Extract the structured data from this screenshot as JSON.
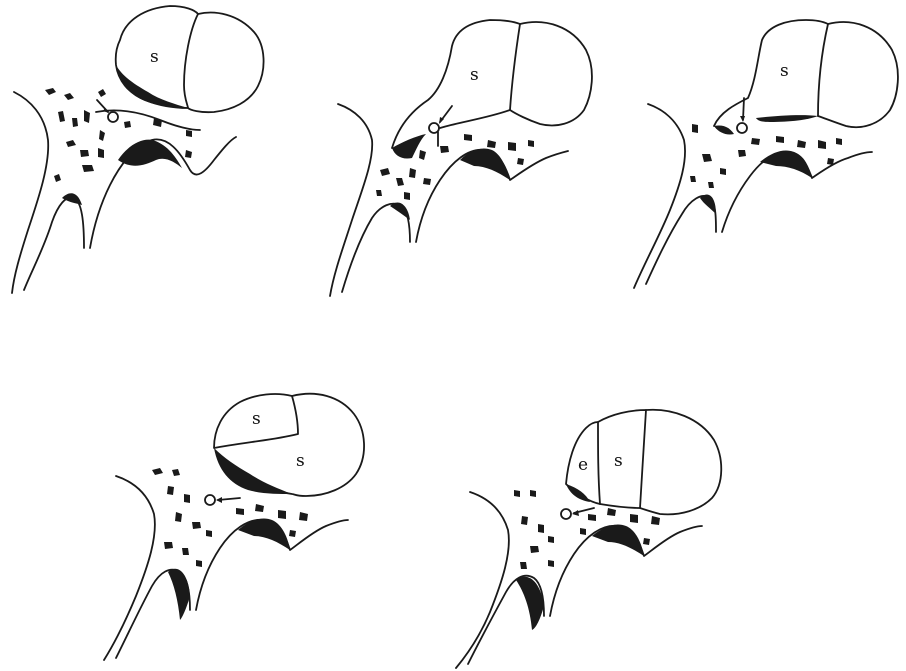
{
  "figure": {
    "panels": [
      {
        "id": "panel-1",
        "labels": [
          "s"
        ]
      },
      {
        "id": "panel-2",
        "labels": [
          "s"
        ]
      },
      {
        "id": "panel-3",
        "labels": [
          "s"
        ]
      },
      {
        "id": "panel-4",
        "labels": [
          "s",
          "s"
        ]
      },
      {
        "id": "panel-5",
        "labels": [
          "e",
          "s"
        ]
      }
    ]
  }
}
